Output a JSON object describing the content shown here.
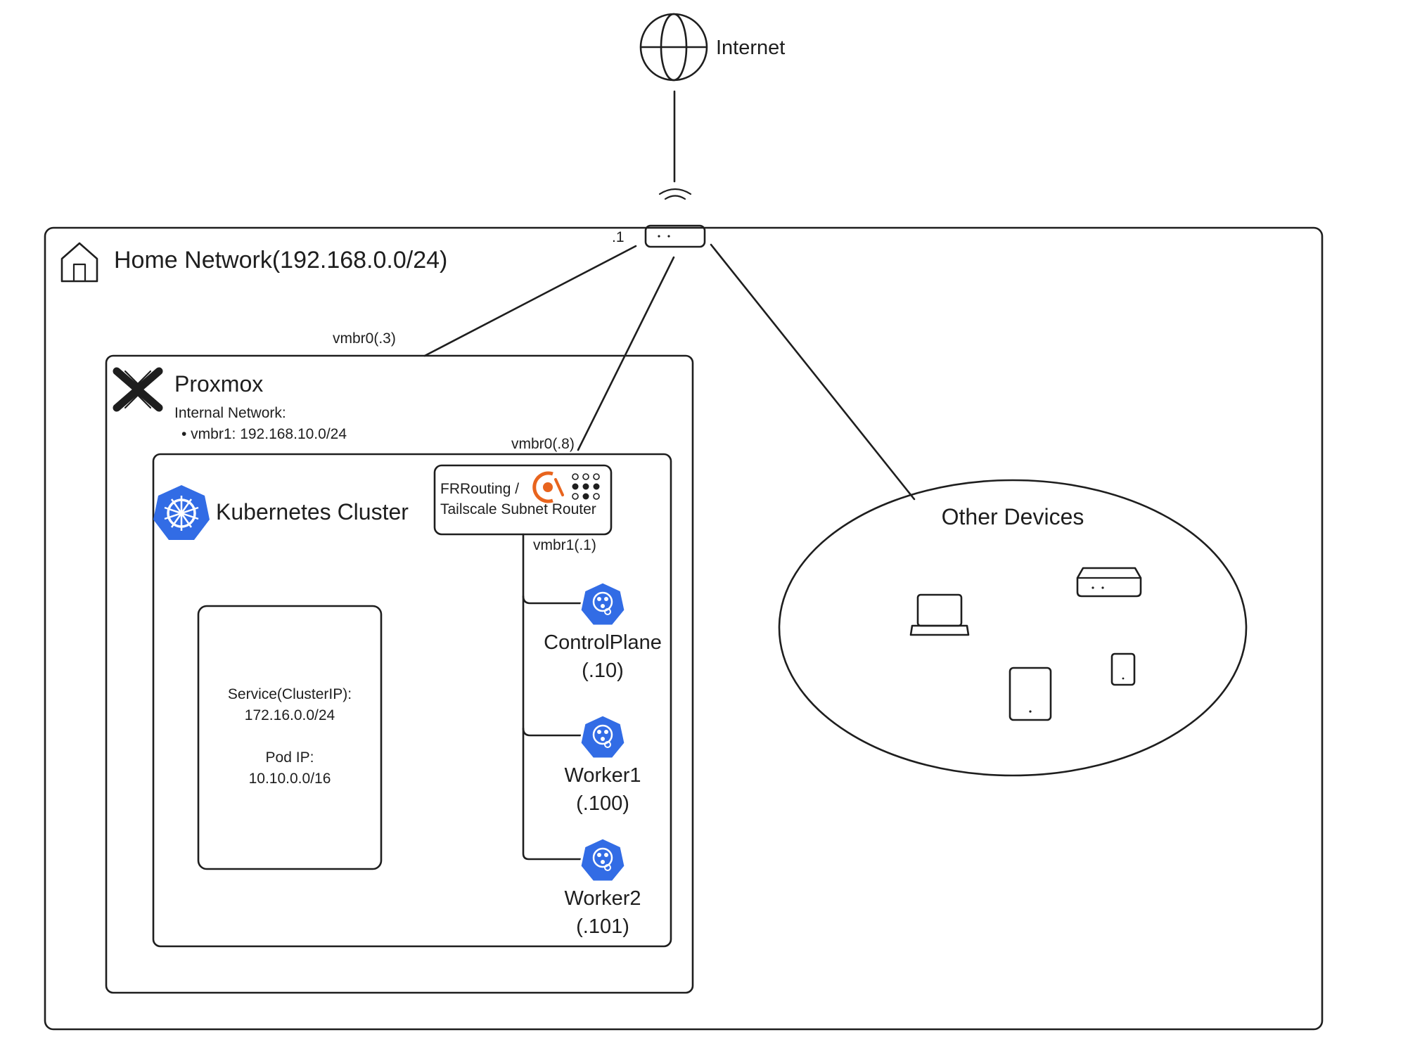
{
  "internet": {
    "label": "Internet"
  },
  "home_network": {
    "label": "Home Network(192.168.0.0/24)"
  },
  "router": {
    "ip_label": ".1"
  },
  "proxmox": {
    "title": "Proxmox",
    "vmbr0_label": "vmbr0(.3)",
    "internal_network_label": "Internal Network:",
    "vmbr1_bullet": "• vmbr1: 192.168.10.0/24"
  },
  "kubernetes": {
    "title": "Kubernetes Cluster",
    "service_line1": "Service(ClusterIP):",
    "service_line2": "172.16.0.0/24",
    "pod_line1": "Pod IP:",
    "pod_line2": "10.10.0.0/16"
  },
  "subnet_router": {
    "vmbr0_label": "vmbr0(.8)",
    "line1": "FRRouting /",
    "line2": "Tailscale Subnet Router",
    "vmbr1_label": "vmbr1(.1)"
  },
  "nodes": [
    {
      "name": "ControlPlane",
      "ip": "(.10)"
    },
    {
      "name": "Worker1",
      "ip": "(.100)"
    },
    {
      "name": "Worker2",
      "ip": "(.101)"
    }
  ],
  "other_devices": {
    "label": "Other Devices"
  },
  "colors": {
    "stroke": "#1e1e1e",
    "kubernetes_blue": "#326ce5",
    "frrouting_orange": "#e8641e"
  }
}
